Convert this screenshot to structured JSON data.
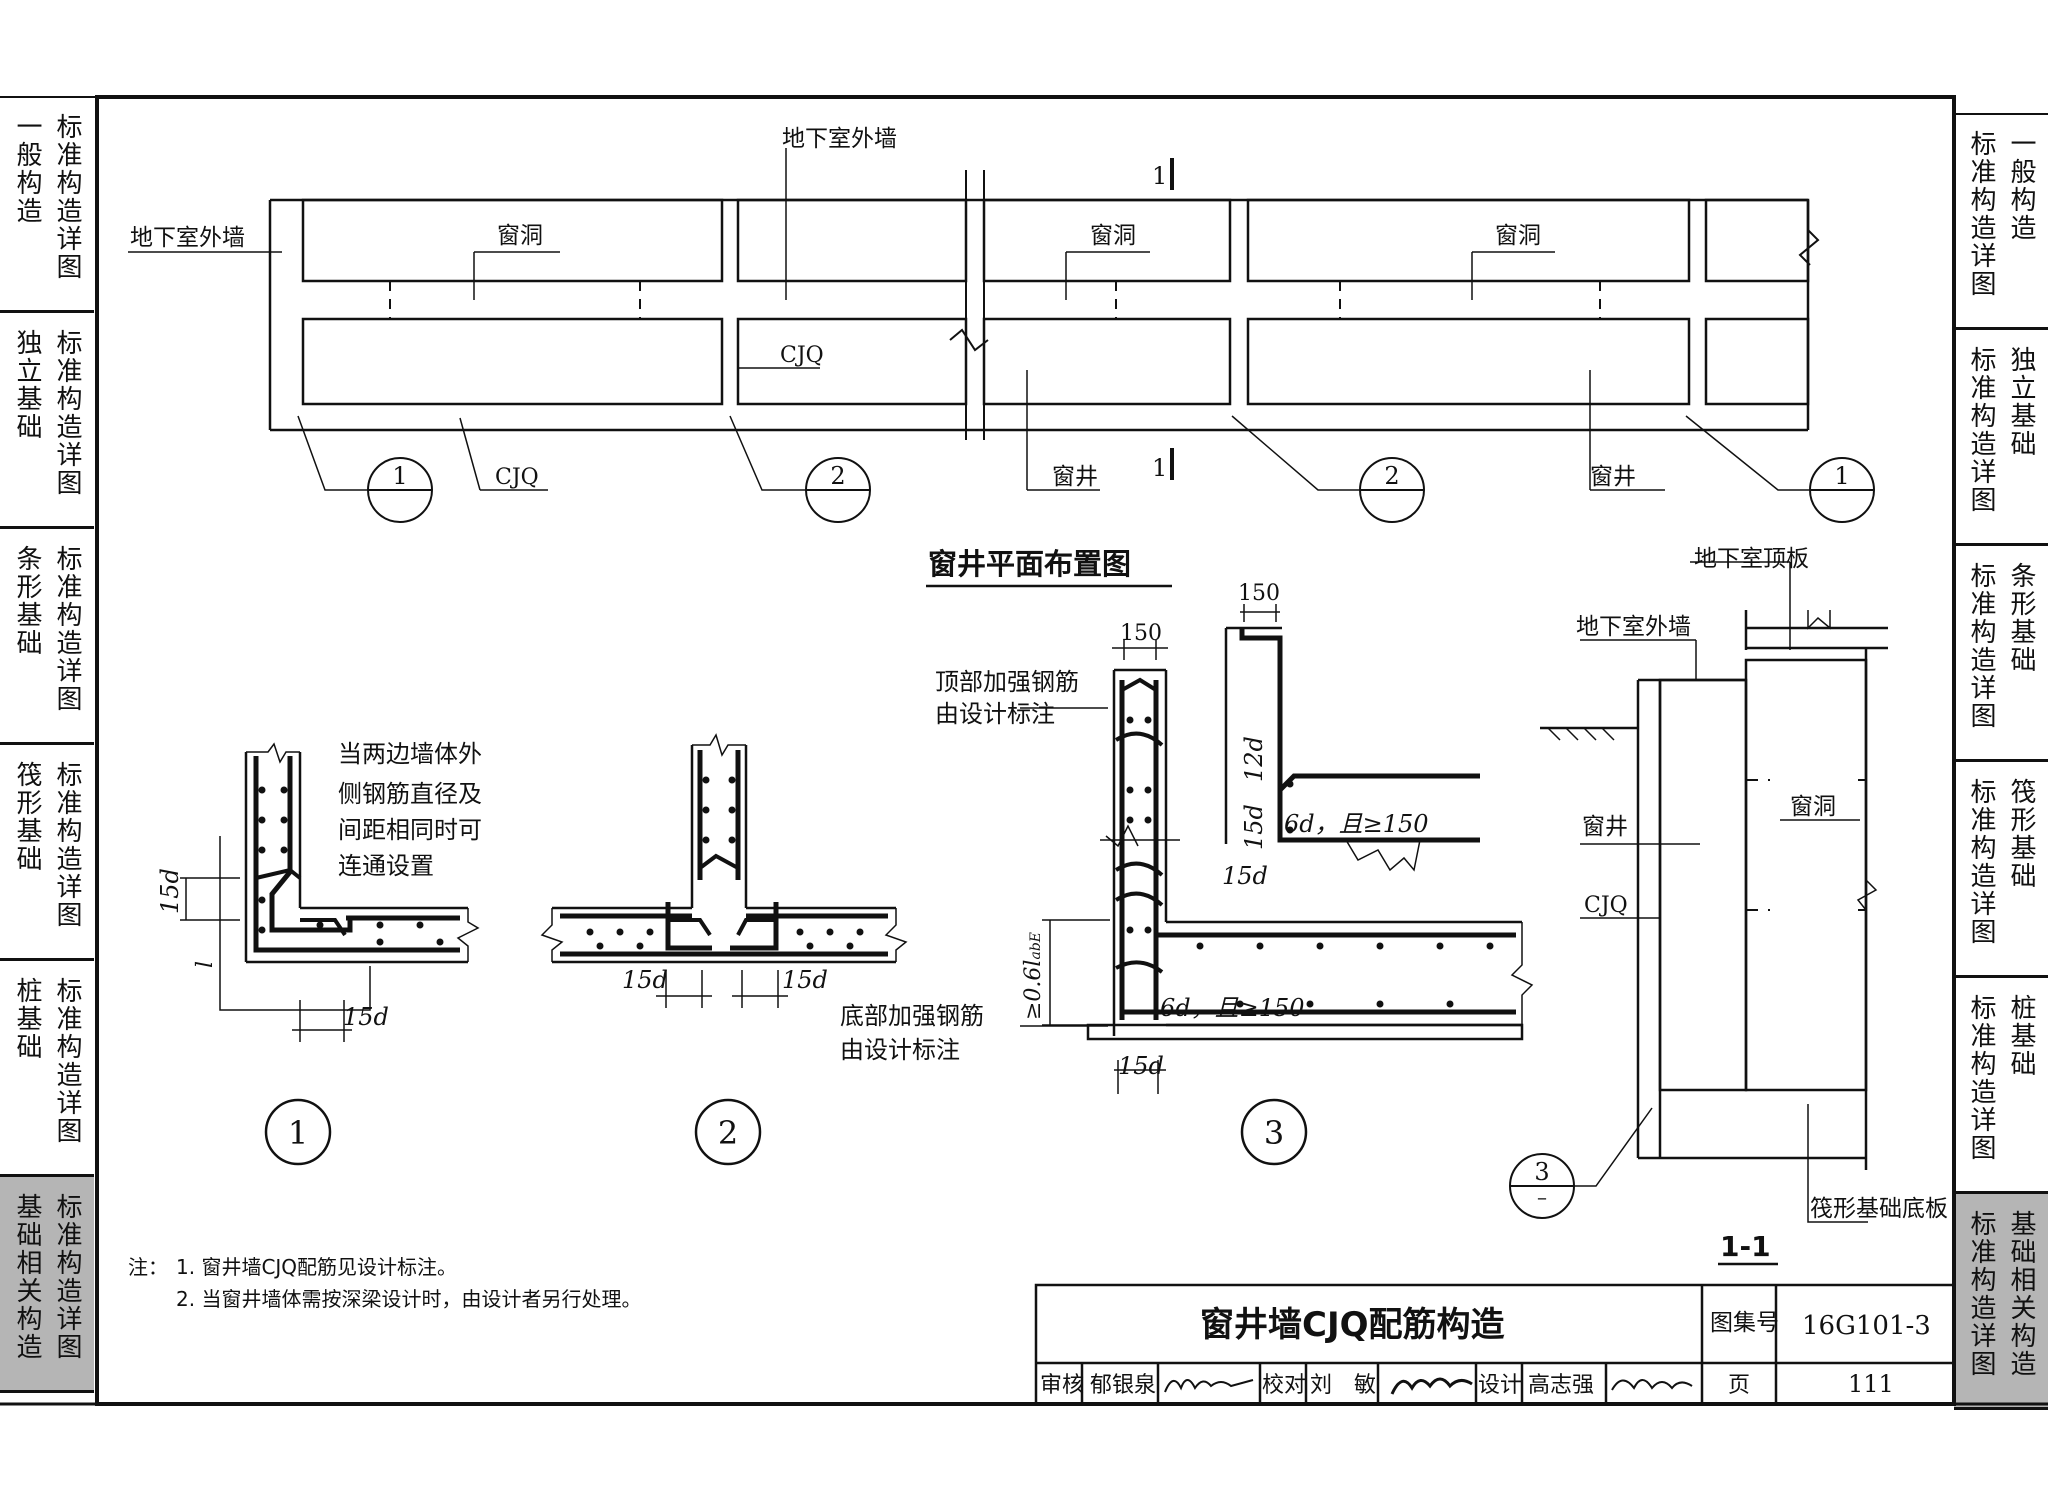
{
  "sidebar_left": [
    {
      "col_outer": "一般构造",
      "col_inner": "标准构造详图",
      "active": false
    },
    {
      "col_outer": "独立基础",
      "col_inner": "标准构造详图",
      "active": false
    },
    {
      "col_outer": "条形基础",
      "col_inner": "标准构造详图",
      "active": false
    },
    {
      "col_outer": "筏形基础",
      "col_inner": "标准构造详图",
      "active": false
    },
    {
      "col_outer": "桩基础",
      "col_inner": "标准构造详图",
      "active": false
    },
    {
      "col_outer": "基础相关构造",
      "col_inner": "标准构造详图",
      "active": true
    }
  ],
  "sidebar_right": [
    {
      "col_outer": "一般构造",
      "col_inner": "标准构造详图",
      "active": false
    },
    {
      "col_outer": "独立基础",
      "col_inner": "标准构造详图",
      "active": false
    },
    {
      "col_outer": "条形基础",
      "col_inner": "标准构造详图",
      "active": false
    },
    {
      "col_outer": "筏形基础",
      "col_inner": "标准构造详图",
      "active": false
    },
    {
      "col_outer": "桩基础",
      "col_inner": "标准构造详图",
      "active": false
    },
    {
      "col_outer": "基础相关构造",
      "col_inner": "标准构造详图",
      "active": true
    }
  ],
  "plan": {
    "title": "窗井平面布置图",
    "label_exterior_wall_top": "地下室外墙",
    "label_exterior_wall_left": "地下室外墙",
    "label_window_opening": "窗洞",
    "label_cjq": "CJQ",
    "label_window_well": "窗井",
    "section_mark": "1",
    "callout_1": "1",
    "callout_2": "2",
    "callout_dash": "–"
  },
  "details": {
    "d1_note": [
      "当两边墙体外",
      "侧钢筋直径及",
      "间距相同时可",
      "连通设置"
    ],
    "dim_15d": "15d",
    "dim_ll": "l",
    "dim_ll_sub": "l",
    "top_rebar_note": [
      "顶部加强钢筋",
      "由设计标注"
    ],
    "bottom_rebar_note": [
      "底部加强钢筋",
      "由设计标注"
    ],
    "dim_150": "150",
    "dim_12d": "12d",
    "dim_6d_150": "6d，且≥150",
    "dim_06labe": "≥0.6l",
    "dim_06labe_sub": "abE",
    "mark_1": "1",
    "mark_2": "2",
    "mark_3": "3"
  },
  "section": {
    "title": "1-1",
    "label_roof_slab": "地下室顶板",
    "label_exterior_wall": "地下室外墙",
    "label_window_well": "窗井",
    "label_window_opening": "窗洞",
    "label_cjq": "CJQ",
    "label_raft_slab": "筏形基础底板",
    "callout_3": "3"
  },
  "notes": {
    "prefix": "注：",
    "items": [
      "1. 窗井墙CJQ配筋见设计标注。",
      "2. 当窗井墙体需按深梁设计时，由设计者另行处理。"
    ]
  },
  "title_block": {
    "drawing_title": "窗井墙CJQ配筋构造",
    "atlas_label": "图集号",
    "atlas_no": "16G101-3",
    "review_label": "审核",
    "reviewer": "郁银泉",
    "check_label": "校对",
    "checker": "刘　敏",
    "design_label": "设计",
    "designer": "高志强",
    "page_label": "页",
    "page_no": "111"
  }
}
